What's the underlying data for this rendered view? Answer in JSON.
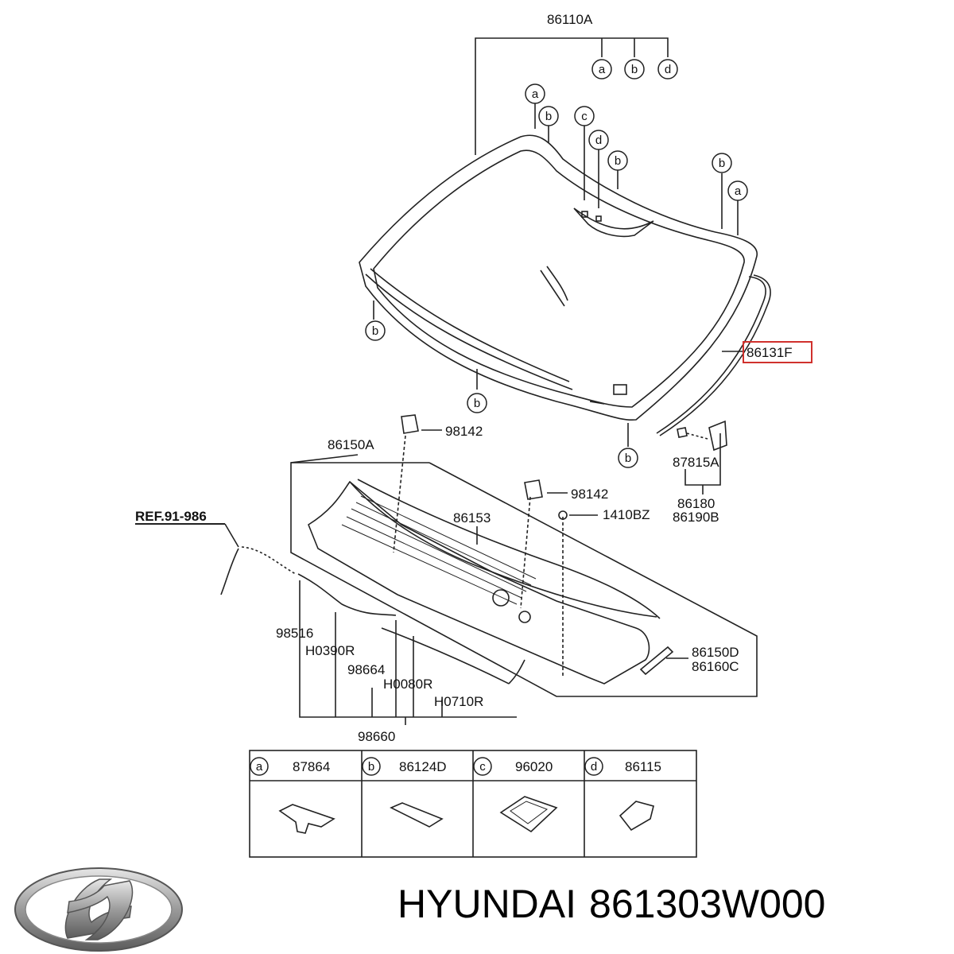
{
  "diagram": {
    "part_labels": {
      "windshield_assy": "86110A",
      "moulding": "86131F",
      "cowl_assy": "86150A",
      "nozzle_1": "98142",
      "nozzle_2": "98142",
      "cowl_cover": "86153",
      "clip": "1410BZ",
      "bracket": "87815A",
      "side_a": "86180",
      "side_b": "86190B",
      "ref": "REF.91-986",
      "hose_1": "98516",
      "hose_2": "H0390R",
      "hose_3": "98664",
      "hose_4": "H0080R",
      "hose_5": "H0710R",
      "hose_assy": "98660",
      "cowl_end_1": "86150D",
      "cowl_end_2": "86160C"
    },
    "letters": {
      "a": "a",
      "b": "b",
      "c": "c",
      "d": "d"
    },
    "legend": [
      {
        "letter": "a",
        "part": "87864"
      },
      {
        "letter": "b",
        "part": "86124D"
      },
      {
        "letter": "c",
        "part": "96020"
      },
      {
        "letter": "d",
        "part": "86115"
      }
    ],
    "highlight_color": "#d0312d"
  },
  "caption": {
    "brand": "HYUNDAI",
    "part_number": "861303W000"
  }
}
